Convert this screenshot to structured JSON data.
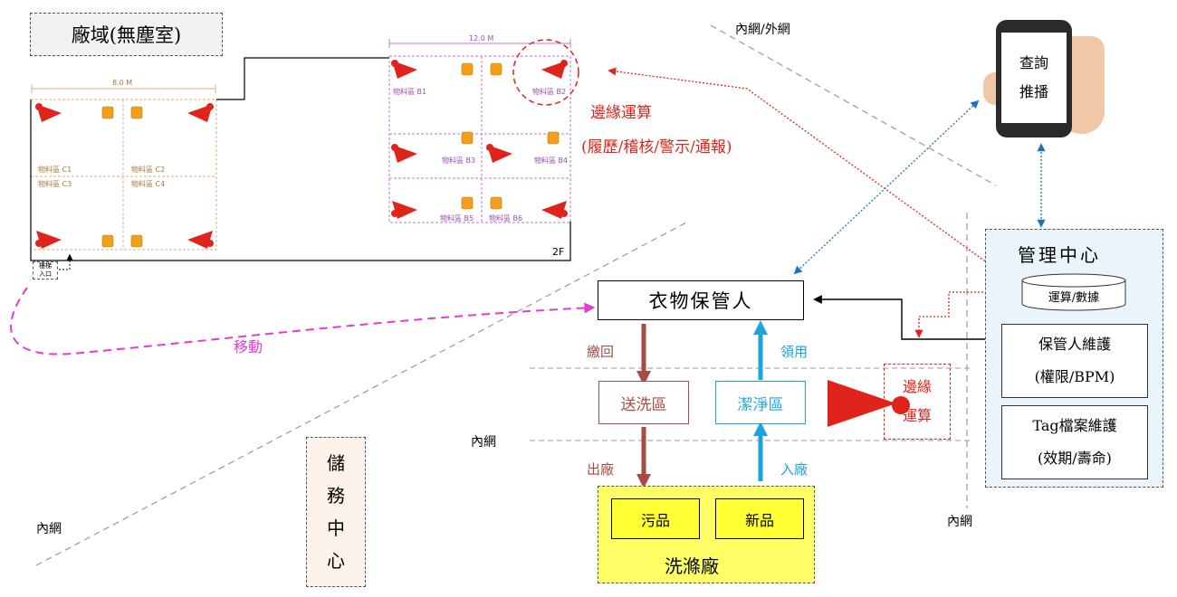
{
  "colors": {
    "red": "#e0241b",
    "brown": "#a64b45",
    "blue": "#1ea4dc",
    "magenta": "#e43ad6",
    "yellow": "#ffff66",
    "panel": "#eaf4fb",
    "purple": "#c277d4",
    "tan": "#d7b17b"
  },
  "factory": {
    "title": "廠域(無塵室)",
    "left_plan": {
      "dimension": "8.0 M",
      "zones": [
        "物料區 C1",
        "物料區 C2",
        "物料區 C3",
        "物料區 C4"
      ],
      "entrance": [
        "樓梯",
        "入口"
      ]
    },
    "right_plan": {
      "dimension": "12.0 M",
      "zones": [
        "物料區 B1",
        "物料區 B2",
        "物料區 B3",
        "物料區 B4",
        "物料區 B5",
        "物料區 B6"
      ]
    },
    "floor": "2F"
  },
  "edge": {
    "label": "邊緣運算",
    "sub": "(履歷/稽核/警示/通報)",
    "box_line1": "邊緣",
    "box_line2": "運算"
  },
  "network": {
    "inner_outer": "內網/外網",
    "inner": "內網"
  },
  "phone": {
    "line1": "查詢",
    "line2": "推播"
  },
  "mgmt": {
    "title": "管理中心",
    "db": "運算/數據",
    "box1_line1": "保管人維護",
    "box1_line2": "(權限/BPM)",
    "box2_line1": "Tag檔案維護",
    "box2_line2": "(效期/壽命)"
  },
  "custodian": "衣物保管人",
  "move": "移動",
  "flow": {
    "return": "繳回",
    "receive": "領用",
    "send_area": "送洗區",
    "clean_area": "潔淨區",
    "out": "出廠",
    "in": "入廠"
  },
  "laundry": {
    "title": "洗滌廠",
    "dirty": "污品",
    "new": "新品"
  },
  "storage": [
    "儲",
    "務",
    "中",
    "心"
  ]
}
